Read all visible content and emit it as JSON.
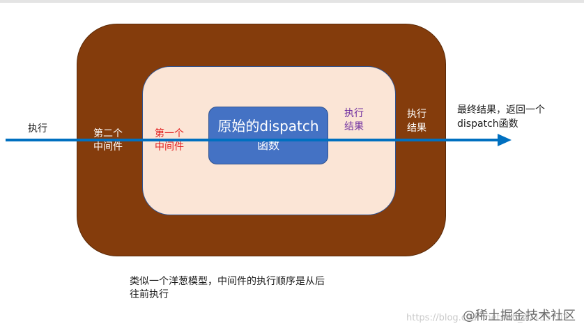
{
  "diagram": {
    "core": {
      "title": "原始的dispatch",
      "subtitle": "函数"
    },
    "labels": {
      "execute_in": "执行",
      "second_middleware_line1": "第二个",
      "second_middleware_line2": "中间件",
      "first_middleware_line1": "第一个",
      "first_middleware_line2": "中间件",
      "inner_result_line1": "执行",
      "inner_result_line2": "结果",
      "outer_result_line1": "执行",
      "outer_result_line2": "结果",
      "final_line1": "最终结果，返回一个",
      "final_line2": "dispatch函数"
    },
    "caption_line1": "类似一个洋葱模型，中间件的执行顺序是从后",
    "caption_line2": "往前执行"
  },
  "watermark": {
    "url": "https://blog.csdn.net/m0_47135702",
    "brand": "@稀土掘金技术社区"
  },
  "colors": {
    "outer_layer": "#843c0c",
    "middle_layer": "#fbe5d6",
    "core_box": "#4472c4",
    "arrow": "#0070c0",
    "first_middleware_text": "#e11d1d",
    "inner_result_text": "#7030a0"
  }
}
